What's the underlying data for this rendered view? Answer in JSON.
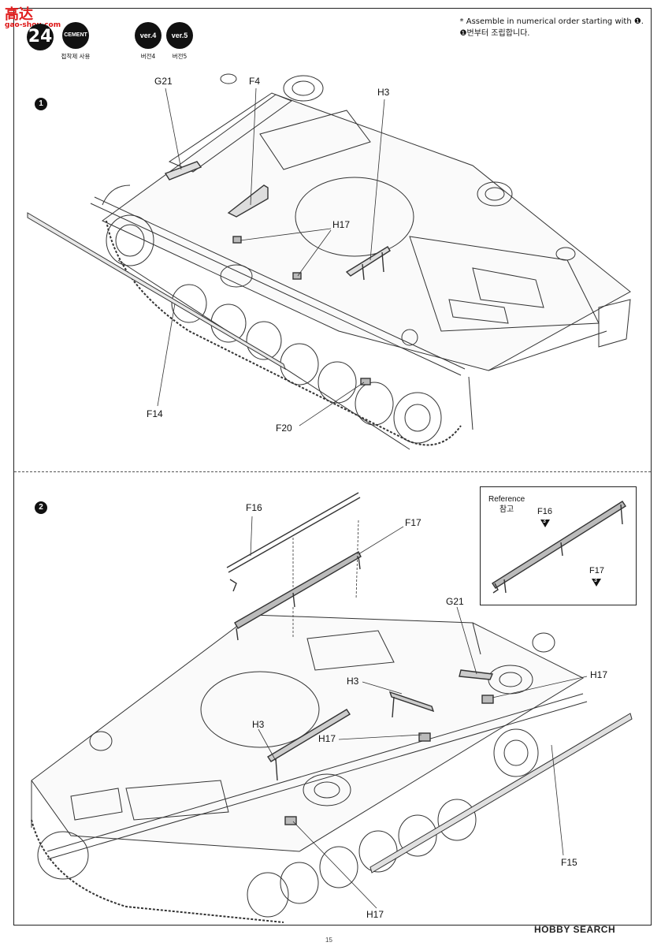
{
  "header": {
    "logo_text": "高达",
    "logo_sub": "gao-shou.com",
    "step_number": "24",
    "cement_icon": "CEMENT",
    "cement_caption": "접착제 사용",
    "versions": [
      {
        "label": "ver.4",
        "caption": "버전4"
      },
      {
        "label": "ver.5",
        "caption": "버전5"
      }
    ],
    "instruction_en": "* Assemble in numerical order starting with ❶.",
    "instruction_ko": "❶번부터 조립합니다."
  },
  "step1": {
    "number": "1",
    "parts": [
      "G21",
      "F4",
      "H3",
      "H17",
      "F14",
      "F20"
    ]
  },
  "step2": {
    "number": "2",
    "parts": [
      "F16",
      "F17",
      "G21",
      "H17",
      "H3",
      "H17",
      "H3",
      "F15",
      "H17"
    ],
    "reference": {
      "title": "Reference",
      "title_ko": "참고",
      "parts": [
        {
          "label": "F16",
          "count": "3"
        },
        {
          "label": "F17",
          "count": "3"
        }
      ]
    }
  },
  "footer": {
    "page_number": "15",
    "watermark": "HOBBY SEARCH"
  }
}
